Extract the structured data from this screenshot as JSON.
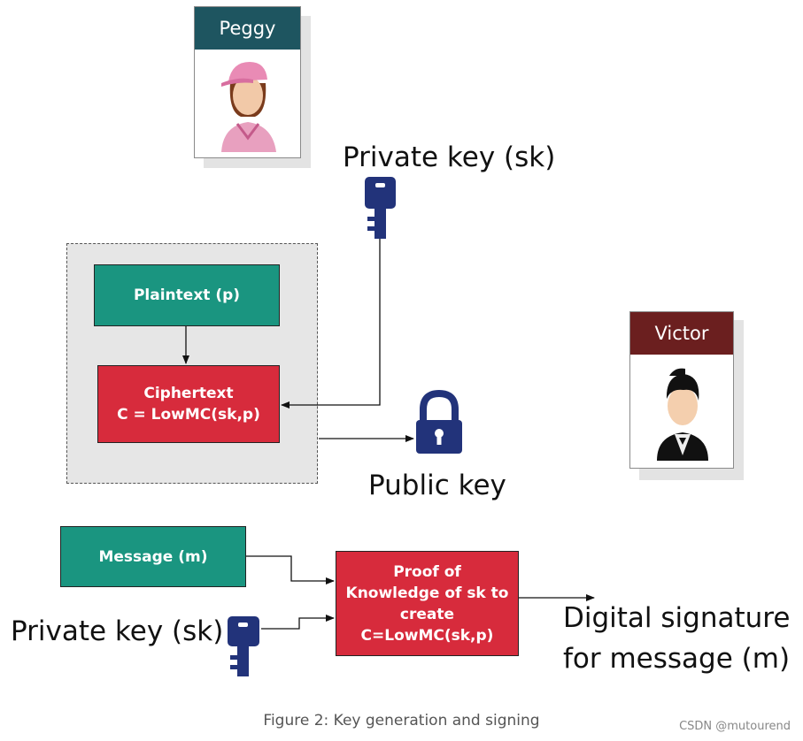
{
  "actors": {
    "peggy": {
      "name": "Peggy",
      "header_color": "#1e5560"
    },
    "victor": {
      "name": "Victor",
      "header_color": "#6b1f1f"
    }
  },
  "boxes": {
    "plaintext": "Plaintext (p)",
    "ciphertext_line1": "Ciphertext",
    "ciphertext_line2": "C = LowMC(sk,p)",
    "message": "Message (m)",
    "proof_line1": "Proof of",
    "proof_line2": "Knowledge of sk to",
    "proof_line3": "create",
    "proof_line4": "C=LowMC(sk,p)"
  },
  "labels": {
    "private_key_top": "Private key (sk)",
    "public_key": "Public key",
    "private_key_bottom": "Private key (sk)",
    "signature_line1": "Digital signature",
    "signature_line2": "for message (m)"
  },
  "caption": "Figure 2: Key generation and signing",
  "watermark": "CSDN @mutourend",
  "colors": {
    "teal": "#1a9580",
    "red": "#d72b3c",
    "key_navy": "#22337a"
  }
}
